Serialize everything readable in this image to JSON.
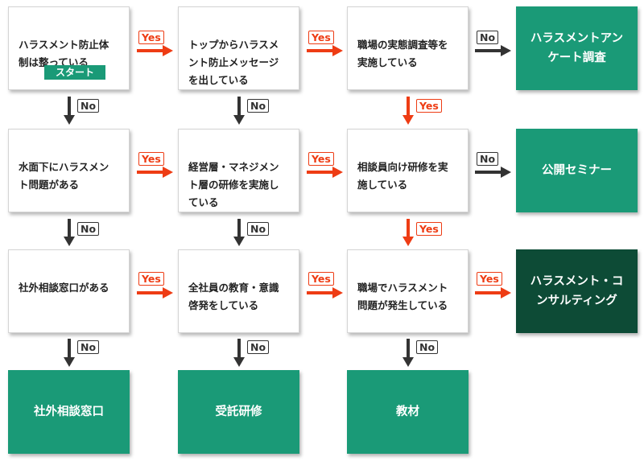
{
  "questions": {
    "q1": "ハラスメント防止体\n制は整っている",
    "q2": "トップからハラスメ\nント防止メッセージ\nを出している",
    "q3": "職場の実態調査等を\n実施している",
    "q4": "水面下にハラスメン\nト問題がある",
    "q5": "経営層・マネジメン\nト層の研修を実施し\nている",
    "q6": "相談員向け研修を実\n施している",
    "q7": "社外相談窓口がある",
    "q8": "全社員の教育・意識\n啓発をしている",
    "q9": "職場でハラスメント\n問題が発生している"
  },
  "start_label": "スタート",
  "results": {
    "r1": "ハラスメントアン\nケート調査",
    "r2": "公開セミナー",
    "r3": "ハラスメント・コ\nンサルティング",
    "r4": "社外相談窓口",
    "r5": "受託研修",
    "r6": "教材"
  },
  "labels": {
    "yes": "Yes",
    "no": "No"
  },
  "colors": {
    "result": "#1a9a77",
    "result_dark": "#0d4b36",
    "yes": "#ee3c14",
    "no": "#333333"
  }
}
